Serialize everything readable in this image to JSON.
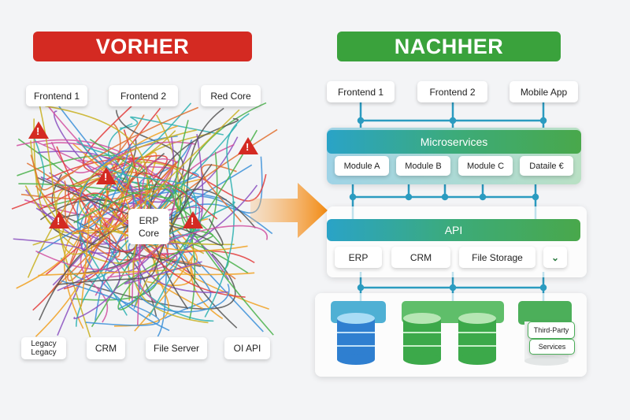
{
  "before": {
    "title": "VORHER",
    "top_nodes": [
      "Frontend 1",
      "Frontend 2",
      "Red Core"
    ],
    "center_node": [
      "ERP",
      "Core"
    ],
    "bottom_nodes": [
      [
        "Legacy",
        "Legacy"
      ],
      "CRM",
      "File Server",
      "OI API"
    ],
    "warning_icon": "warning-triangle",
    "colors": {
      "banner": "#d42a22"
    }
  },
  "after": {
    "title": "NACHHER",
    "top_nodes": [
      "Frontend 1",
      "Frontend 2",
      "Mobile App"
    ],
    "microservices": {
      "title": "Microservices",
      "modules": [
        "Module A",
        "Module B",
        "Module C",
        "Dataile €"
      ]
    },
    "api": {
      "title": "API",
      "items": [
        "ERP",
        "CRM",
        "File Storage"
      ],
      "more_icon": "chevron-down"
    },
    "data": {
      "third_party": [
        "Third-Party",
        "Services"
      ]
    },
    "colors": {
      "banner": "#3aa23c",
      "accent": "#2aa3c7"
    }
  },
  "transition_icon": "arrow-right"
}
